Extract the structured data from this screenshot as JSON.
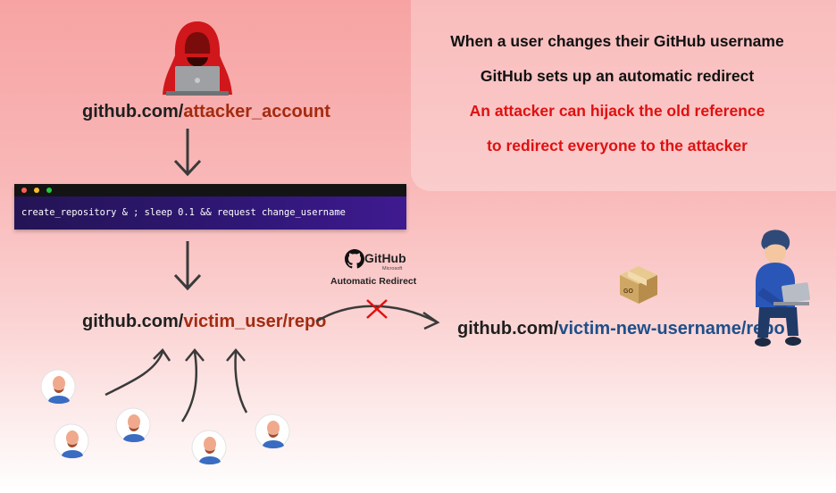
{
  "info": {
    "line1": "When a user changes their GitHub username",
    "line2": "GitHub sets up an automatic redirect",
    "line3": "An attacker can hijack the old reference",
    "line4": "to redirect everyone to the attacker"
  },
  "attacker": {
    "prefix": "github.com/",
    "account": "attacker_account"
  },
  "terminal": {
    "command": "create_repository & ; sleep 0.1 && request change_username"
  },
  "victim_old": {
    "prefix": "github.com/",
    "path": "victim_user/repo"
  },
  "victim_new": {
    "prefix": "github.com/",
    "path": "victim-new-username/repo"
  },
  "github_badge": {
    "brand": "GitHub",
    "sub": "Microsoft",
    "label": "Automatic Redirect"
  },
  "colors": {
    "accent_red": "#e01010",
    "attacker_red": "#a32b10",
    "new_path_blue": "#1f4f8a",
    "terminal_bg": "#22124a"
  },
  "icons": [
    "hacker-icon",
    "github-logo-icon",
    "package-box-icon",
    "user-laptop-icon",
    "person-avatar-icon",
    "cross-icon"
  ]
}
